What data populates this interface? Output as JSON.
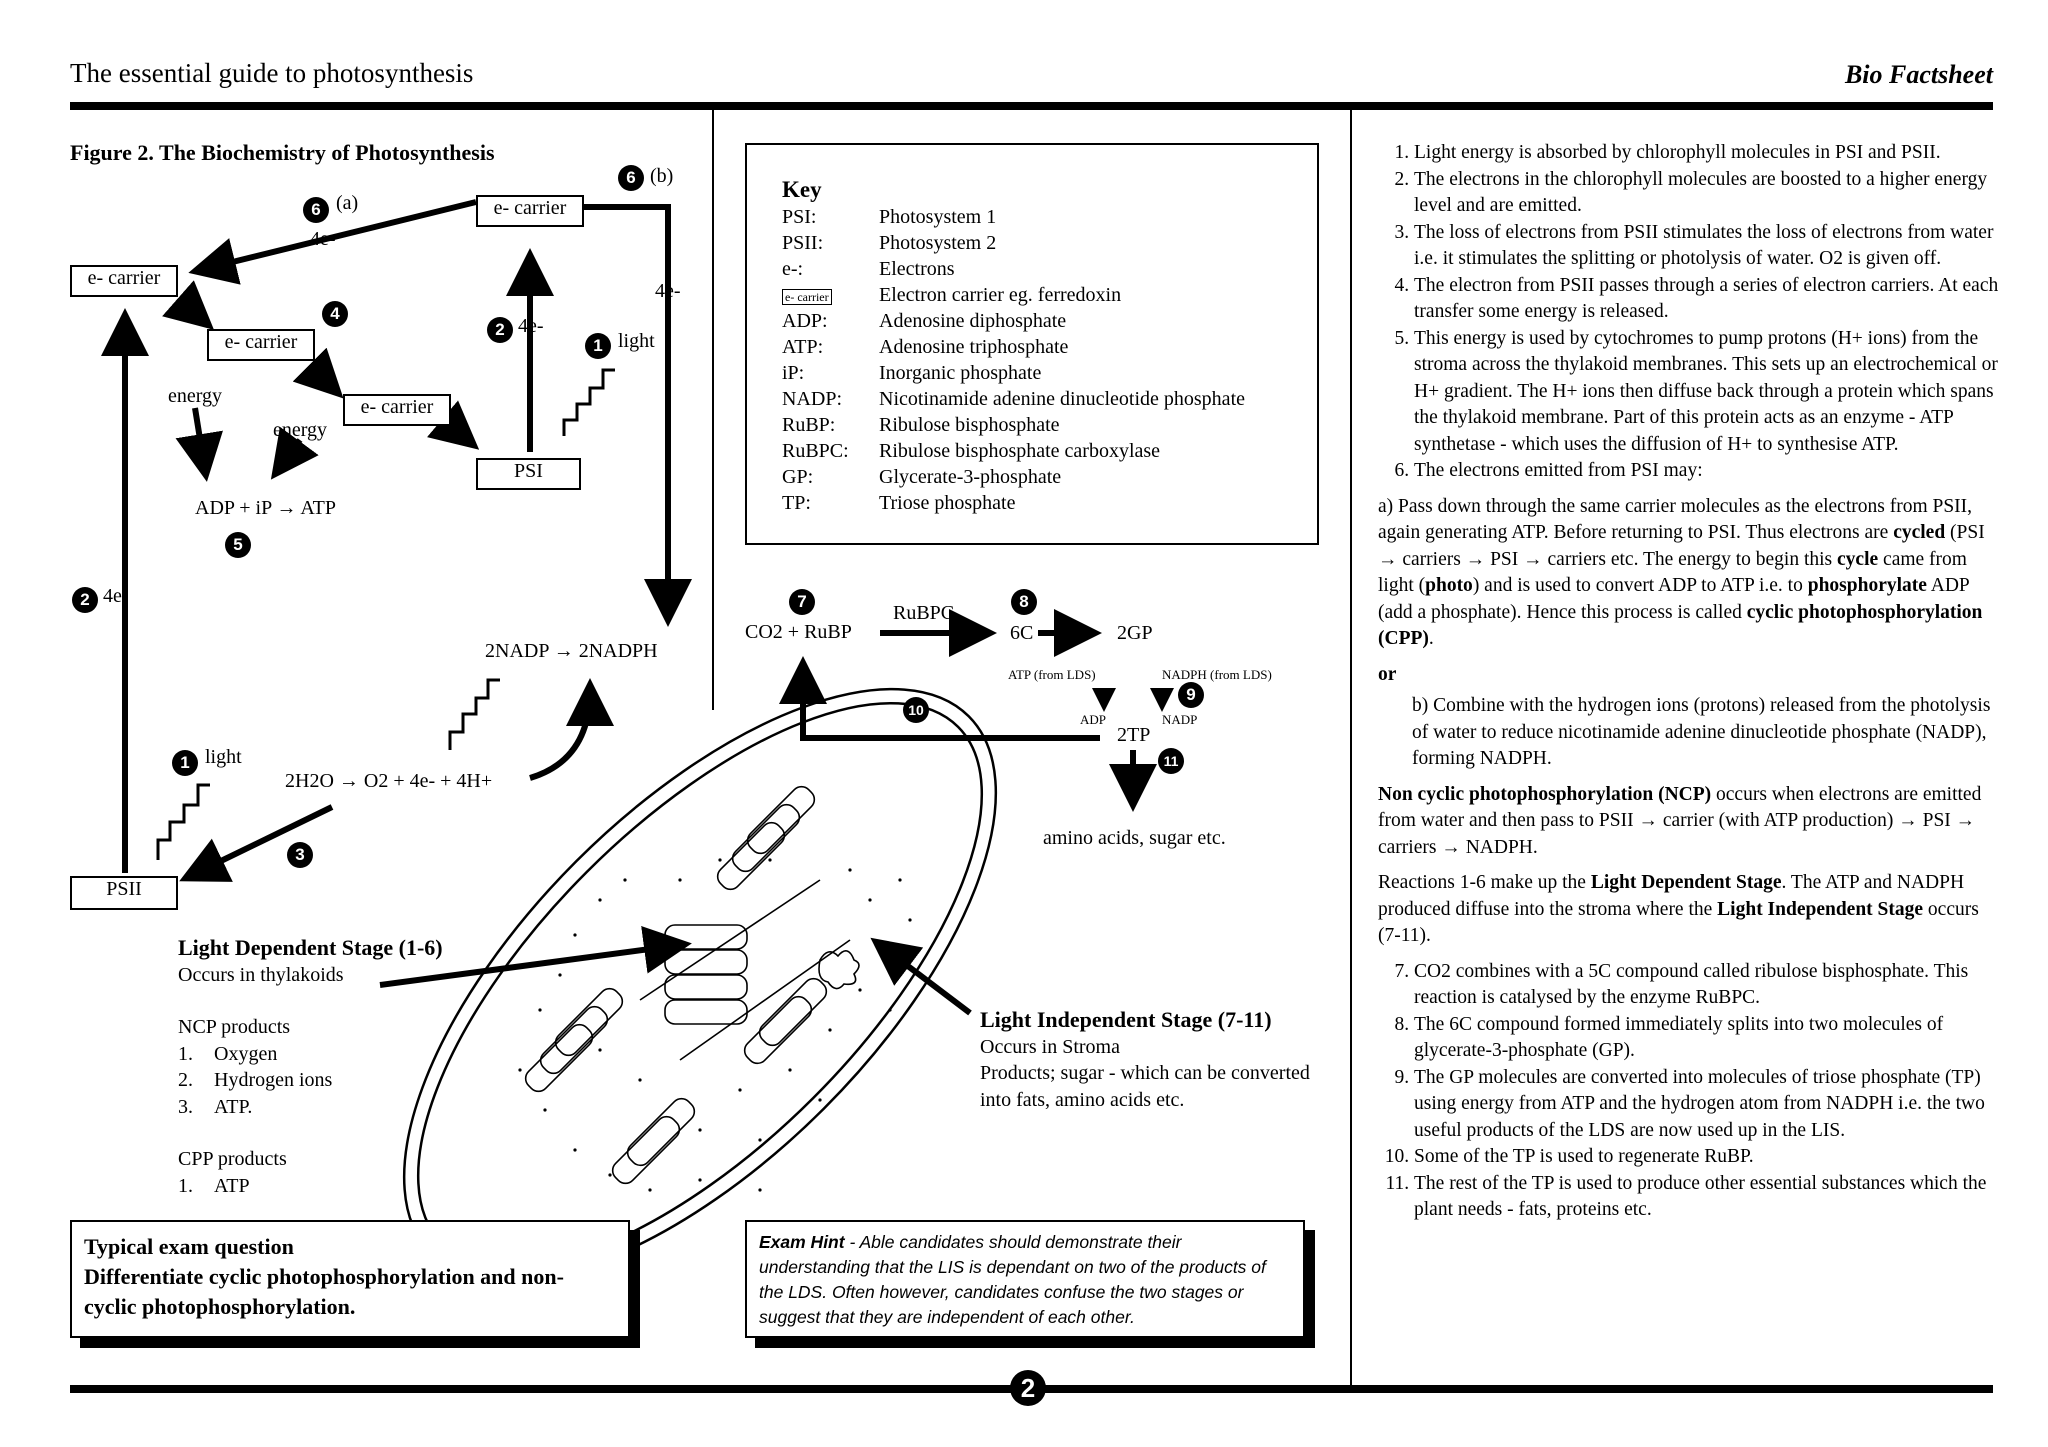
{
  "header": {
    "title": "The essential guide to photosynthesis",
    "right": "Bio Factsheet"
  },
  "figure": {
    "title": "Figure 2. The Biochemistry of Photosynthesis",
    "labels": {
      "e_carrier": "e- carrier",
      "psi": "PSI",
      "psii": "PSII",
      "four_e": "4e-",
      "light": "light",
      "energy": "energy",
      "atp_eq": "ADP + iP → ATP",
      "nadp_eq": "2NADP → 2NADPH",
      "water_eq": "2H2O → O2 + 4e- + 4H+",
      "a": "(a)",
      "b": "(b)",
      "co2_rubp": "CO2 + RuBP",
      "rubpc": "RuBPC",
      "six_c": "6C",
      "two_gp": "2GP",
      "atp_lds": "ATP (from LDS)",
      "nadph_lds": "NADPH (from LDS)",
      "adp": "ADP",
      "nadp": "NADP",
      "two_tp": "2TP",
      "amino": "amino acids, sugar etc."
    },
    "badges": [
      "1",
      "2",
      "3",
      "4",
      "5",
      "6",
      "7",
      "8",
      "9",
      "10",
      "11"
    ]
  },
  "key": {
    "title": "Key",
    "rows": [
      {
        "k": "PSI:",
        "v": "Photosystem 1"
      },
      {
        "k": "PSII:",
        "v": "Photosystem 2"
      },
      {
        "k": "e-:",
        "v": "Electrons"
      },
      {
        "k": "e- carrier",
        "v": "Electron carrier eg. ferredoxin"
      },
      {
        "k": "ADP:",
        "v": "Adenosine diphosphate"
      },
      {
        "k": "ATP:",
        "v": "Adenosine triphosphate"
      },
      {
        "k": "iP:",
        "v": "Inorganic phosphate"
      },
      {
        "k": "NADP:",
        "v": "Nicotinamide adenine dinucleotide phosphate"
      },
      {
        "k": "RuBP:",
        "v": "Ribulose bisphosphate"
      },
      {
        "k": "RuBPC:",
        "v": "Ribulose bisphosphate carboxylase"
      },
      {
        "k": "GP:",
        "v": "Glycerate-3-phosphate"
      },
      {
        "k": "TP:",
        "v": "Triose phosphate"
      }
    ]
  },
  "stages": {
    "lds_title": "Light Dependent Stage (1-6)",
    "lds_where": "Occurs in thylakoids",
    "ncp_title": "NCP products",
    "ncp_items": [
      "Oxygen",
      "Hydrogen ions",
      "ATP."
    ],
    "cpp_title": "CPP products",
    "cpp_items": [
      "ATP"
    ],
    "lis_title": "Light Independent Stage (7-11)",
    "lis_where": "Occurs in Stroma",
    "lis_products": "Products; sugar - which can be converted into fats, amino acids etc."
  },
  "exam_question": {
    "line1": "Typical exam question",
    "line2": "Differentiate cyclic photophosphorylation and non-cyclic photophosphorylation."
  },
  "exam_hint": {
    "label": "Exam Hint",
    "text": " - Able candidates should demonstrate their understanding that the LIS is dependant on two of the products of the LDS. Often however, candidates confuse the two stages or suggest that they are independent of each other."
  },
  "right_column": {
    "steps_1_6": [
      "Light energy is absorbed by chlorophyll molecules in PSI and PSII.",
      "The electrons in the chlorophyll molecules are boosted to a higher energy level and are emitted.",
      "The loss of electrons from PSII stimulates the loss of electrons from water i.e. it stimulates the splitting or photolysis of water. O2 is given off.",
      "The electron from PSII passes through a series of electron carriers. At each transfer some energy is released.",
      "This energy is used by cytochromes to pump protons (H+ ions) from the stroma across the thylakoid membranes. This sets up an electrochemical or H+ gradient. The H+ ions then diffuse back through a protein which spans the thylakoid membrane. Part of this protein acts as an enzyme - ATP synthetase - which uses the diffusion of H+ to synthesise ATP.",
      "The electrons emitted from PSI may:"
    ],
    "para_a_1": "a) Pass down through the same carrier molecules as the electrons from PSII, again generating ATP. Before returning to PSI. Thus electrons are ",
    "para_a_cycled": "cycled",
    "para_a_2": " (PSI → carriers → PSI → carriers etc. The energy to begin this ",
    "para_a_cycle": "cycle",
    "para_a_3": " came from light (",
    "para_a_photo": "photo",
    "para_a_4": ") and is used to convert ADP to ATP i.e. to ",
    "para_a_phos": "phosphorylate",
    "para_a_5": " ADP (add a phosphate). Hence this process is called ",
    "para_a_cpp": "cyclic photophosphorylation (CPP)",
    "para_a_6": ".",
    "or": "or",
    "para_b": "b) Combine with the hydrogen ions (protons) released from the photolysis of water to reduce nicotinamide adenine dinucleotide phosphate (NADP), forming NADPH.",
    "ncp_bold": "Non cyclic photophosphorylation (NCP)",
    "ncp_rest": " occurs when electrons are emitted from water and then pass to PSII → carrier (with ATP production) → PSI → carriers → NADPH.",
    "react_1": "Reactions 1-6 make up the ",
    "react_lds": "Light Dependent Stage",
    "react_2": ". The ATP and NADPH produced diffuse into the stroma where the ",
    "react_lis": "Light Independent Stage",
    "react_3": " occurs (7-11).",
    "steps_7_11": [
      "CO2 combines with a 5C compound called ribulose bisphosphate. This reaction is catalysed by the enzyme RuBPC.",
      "The 6C compound formed immediately splits into two molecules of glycerate-3-phosphate (GP).",
      "The GP molecules are converted into molecules of triose phosphate (TP) using energy from ATP and the hydrogen atom from NADPH i.e. the two useful products of the LDS are now used up in the LIS.",
      "Some of the TP is used to regenerate RuBP.",
      "The rest of the TP is used to produce other essential substances which the plant needs - fats, proteins etc."
    ]
  },
  "page_number": "2"
}
